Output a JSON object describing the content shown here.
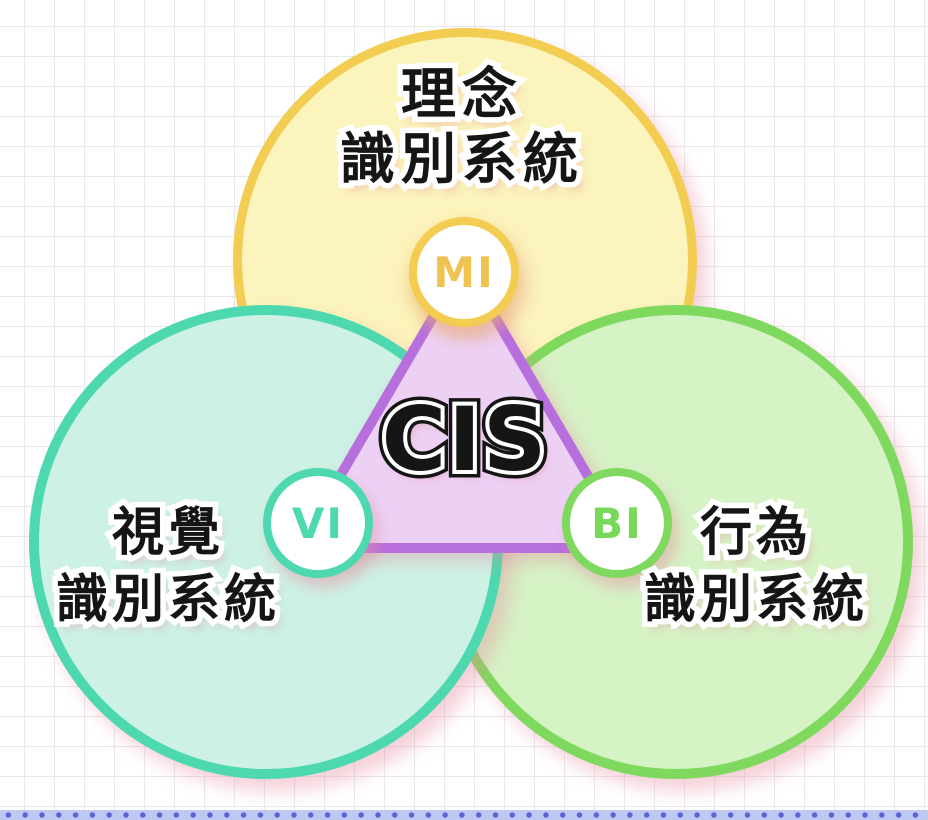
{
  "diagram": {
    "center": {
      "label": "CIS"
    },
    "mi": {
      "line1": "理念",
      "line2": "識別系統",
      "badge": "MI"
    },
    "vi": {
      "line1": "視覺",
      "line2": "識別系統",
      "badge": "VI"
    },
    "bi": {
      "line1": "行為",
      "line2": "識別系統",
      "badge": "BI"
    }
  },
  "colors": {
    "grid-line": "#e9e8ed",
    "yellow-fill": "#FBF4BC",
    "yellow-border": "#F3CC52",
    "teal-fill": "#CDF2E5",
    "teal-border": "#4ED8B0",
    "green-fill": "#D6F3C6",
    "green-border": "#7FD95E",
    "triangle-fill": "#EDD1F5",
    "triangle-border": "#B76FDE",
    "mi-text": "#EFC351",
    "vi-text": "#4ED8B0",
    "bi-text": "#77D957",
    "ribbon-bg": "#BFC8F0",
    "ribbon-dot": "#5866D3",
    "label-text": "#151515",
    "label-outline": "#ffffff"
  }
}
